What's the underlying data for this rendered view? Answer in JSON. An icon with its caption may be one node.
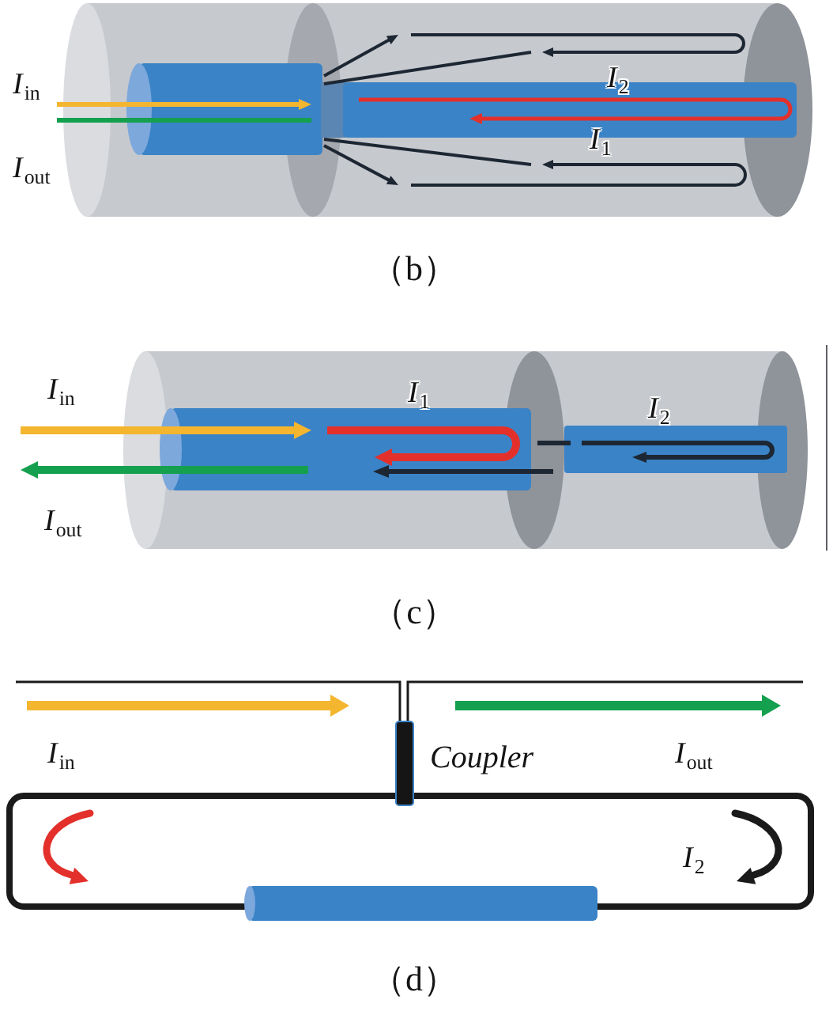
{
  "diagram": {
    "labels": [
      "*I*$_{in}$",
      "*I*$_{2}$",
      "*I*$_{1}$",
      "*I*$_{out}$",
      "（b）",
      "*I*$_{in}$",
      "*I*$_{1}$",
      "*I*$_{2}$",
      "*I*$_{out}$",
      "（c）",
      "*I*$_{in}$",
      "Coupler",
      "*I*$_{out}$",
      "*I*$_{2}$",
      "（d）"
    ]
  }
}
